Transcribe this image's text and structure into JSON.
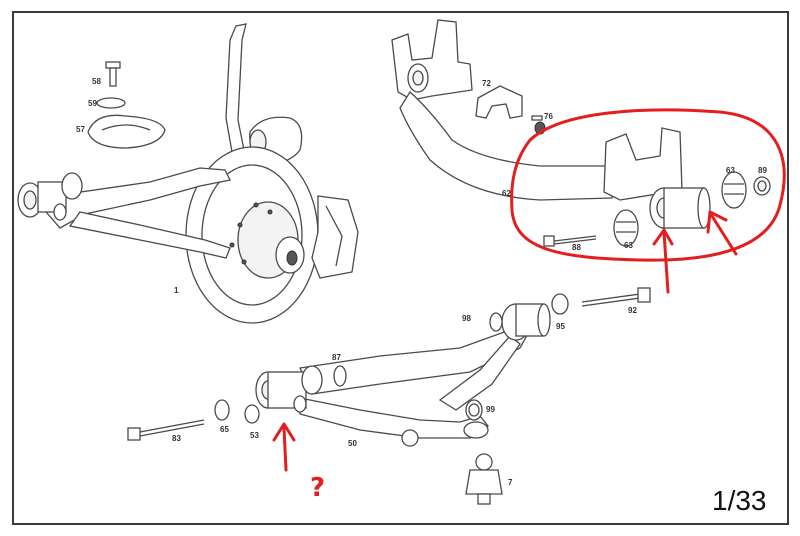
{
  "page_number": "1/33",
  "question_mark": "?",
  "labels": {
    "p58": "58",
    "p59": "59",
    "p57": "57",
    "p1": "1",
    "p72": "72",
    "p76": "76",
    "p62": "62",
    "p63a": "63",
    "p89": "89",
    "p88": "88",
    "p63b": "63",
    "p92": "92",
    "p98": "98",
    "p95": "95",
    "p87": "87",
    "p99": "99",
    "p83": "83",
    "p65": "65",
    "p53": "53",
    "p50": "50",
    "p7": "7"
  },
  "colors": {
    "annotation": "#e41e1e",
    "linework": "#4a4a4a"
  }
}
